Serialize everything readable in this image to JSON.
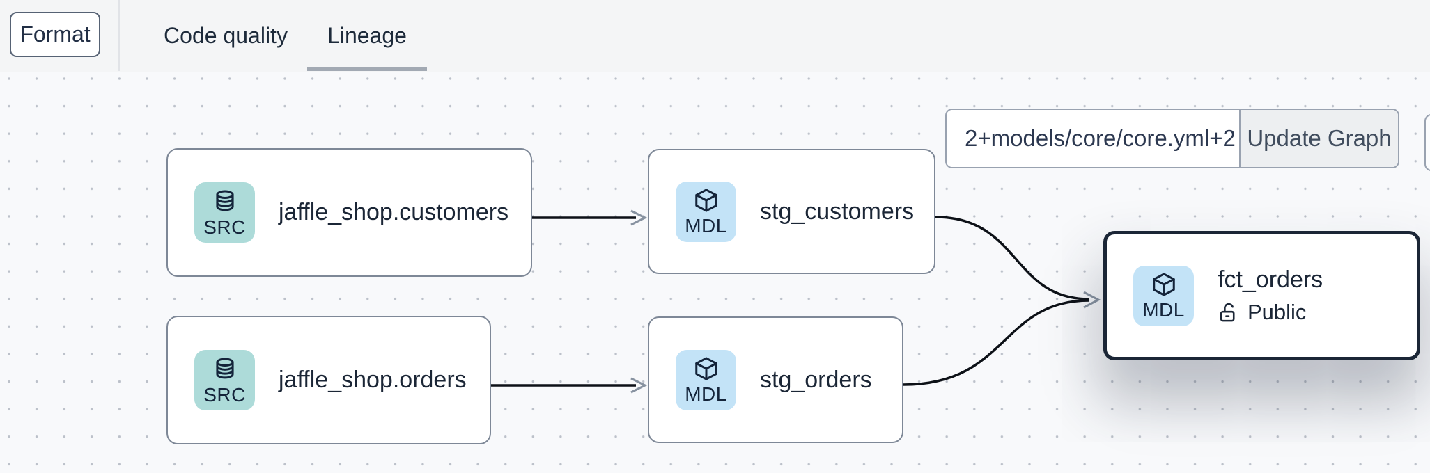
{
  "header": {
    "format_button": "Format",
    "tabs": [
      {
        "label": "Code quality",
        "active": false
      },
      {
        "label": "Lineage",
        "active": true
      }
    ]
  },
  "toolbar": {
    "selector_value": "2+models/core/core.yml+2",
    "update_button": "Update Graph"
  },
  "graph": {
    "nodes": [
      {
        "id": "jaffle_shop.customers",
        "badge": "SRC",
        "icon": "database",
        "title": "jaffle_shop.customers",
        "selected": false
      },
      {
        "id": "stg_customers",
        "badge": "MDL",
        "icon": "cube",
        "title": "stg_customers",
        "selected": false
      },
      {
        "id": "jaffle_shop.orders",
        "badge": "SRC",
        "icon": "database",
        "title": "jaffle_shop.orders",
        "selected": false
      },
      {
        "id": "stg_orders",
        "badge": "MDL",
        "icon": "cube",
        "title": "stg_orders",
        "selected": false
      },
      {
        "id": "fct_orders",
        "badge": "MDL",
        "icon": "cube",
        "title": "fct_orders",
        "access": "Public",
        "selected": true
      }
    ],
    "edges": [
      {
        "from": "jaffle_shop.customers",
        "to": "stg_customers"
      },
      {
        "from": "jaffle_shop.orders",
        "to": "stg_orders"
      },
      {
        "from": "stg_customers",
        "to": "fct_orders"
      },
      {
        "from": "stg_orders",
        "to": "fct_orders"
      }
    ]
  },
  "colors": {
    "header_bg": "#f4f5f6",
    "canvas_bg": "#f8f9fb",
    "dot_grid": "#bcc1ca",
    "node_border": "#7e8897",
    "selected_node_border": "#1b2636",
    "src_badge_bg": "#addbd9",
    "mdl_badge_bg": "#c3e3f7",
    "edge_line": "#0d1117",
    "arrowhead": "#8792a0",
    "text": "#1b2636",
    "tab_underline": "#a2a9b3",
    "update_button_bg": "#edeff1"
  }
}
